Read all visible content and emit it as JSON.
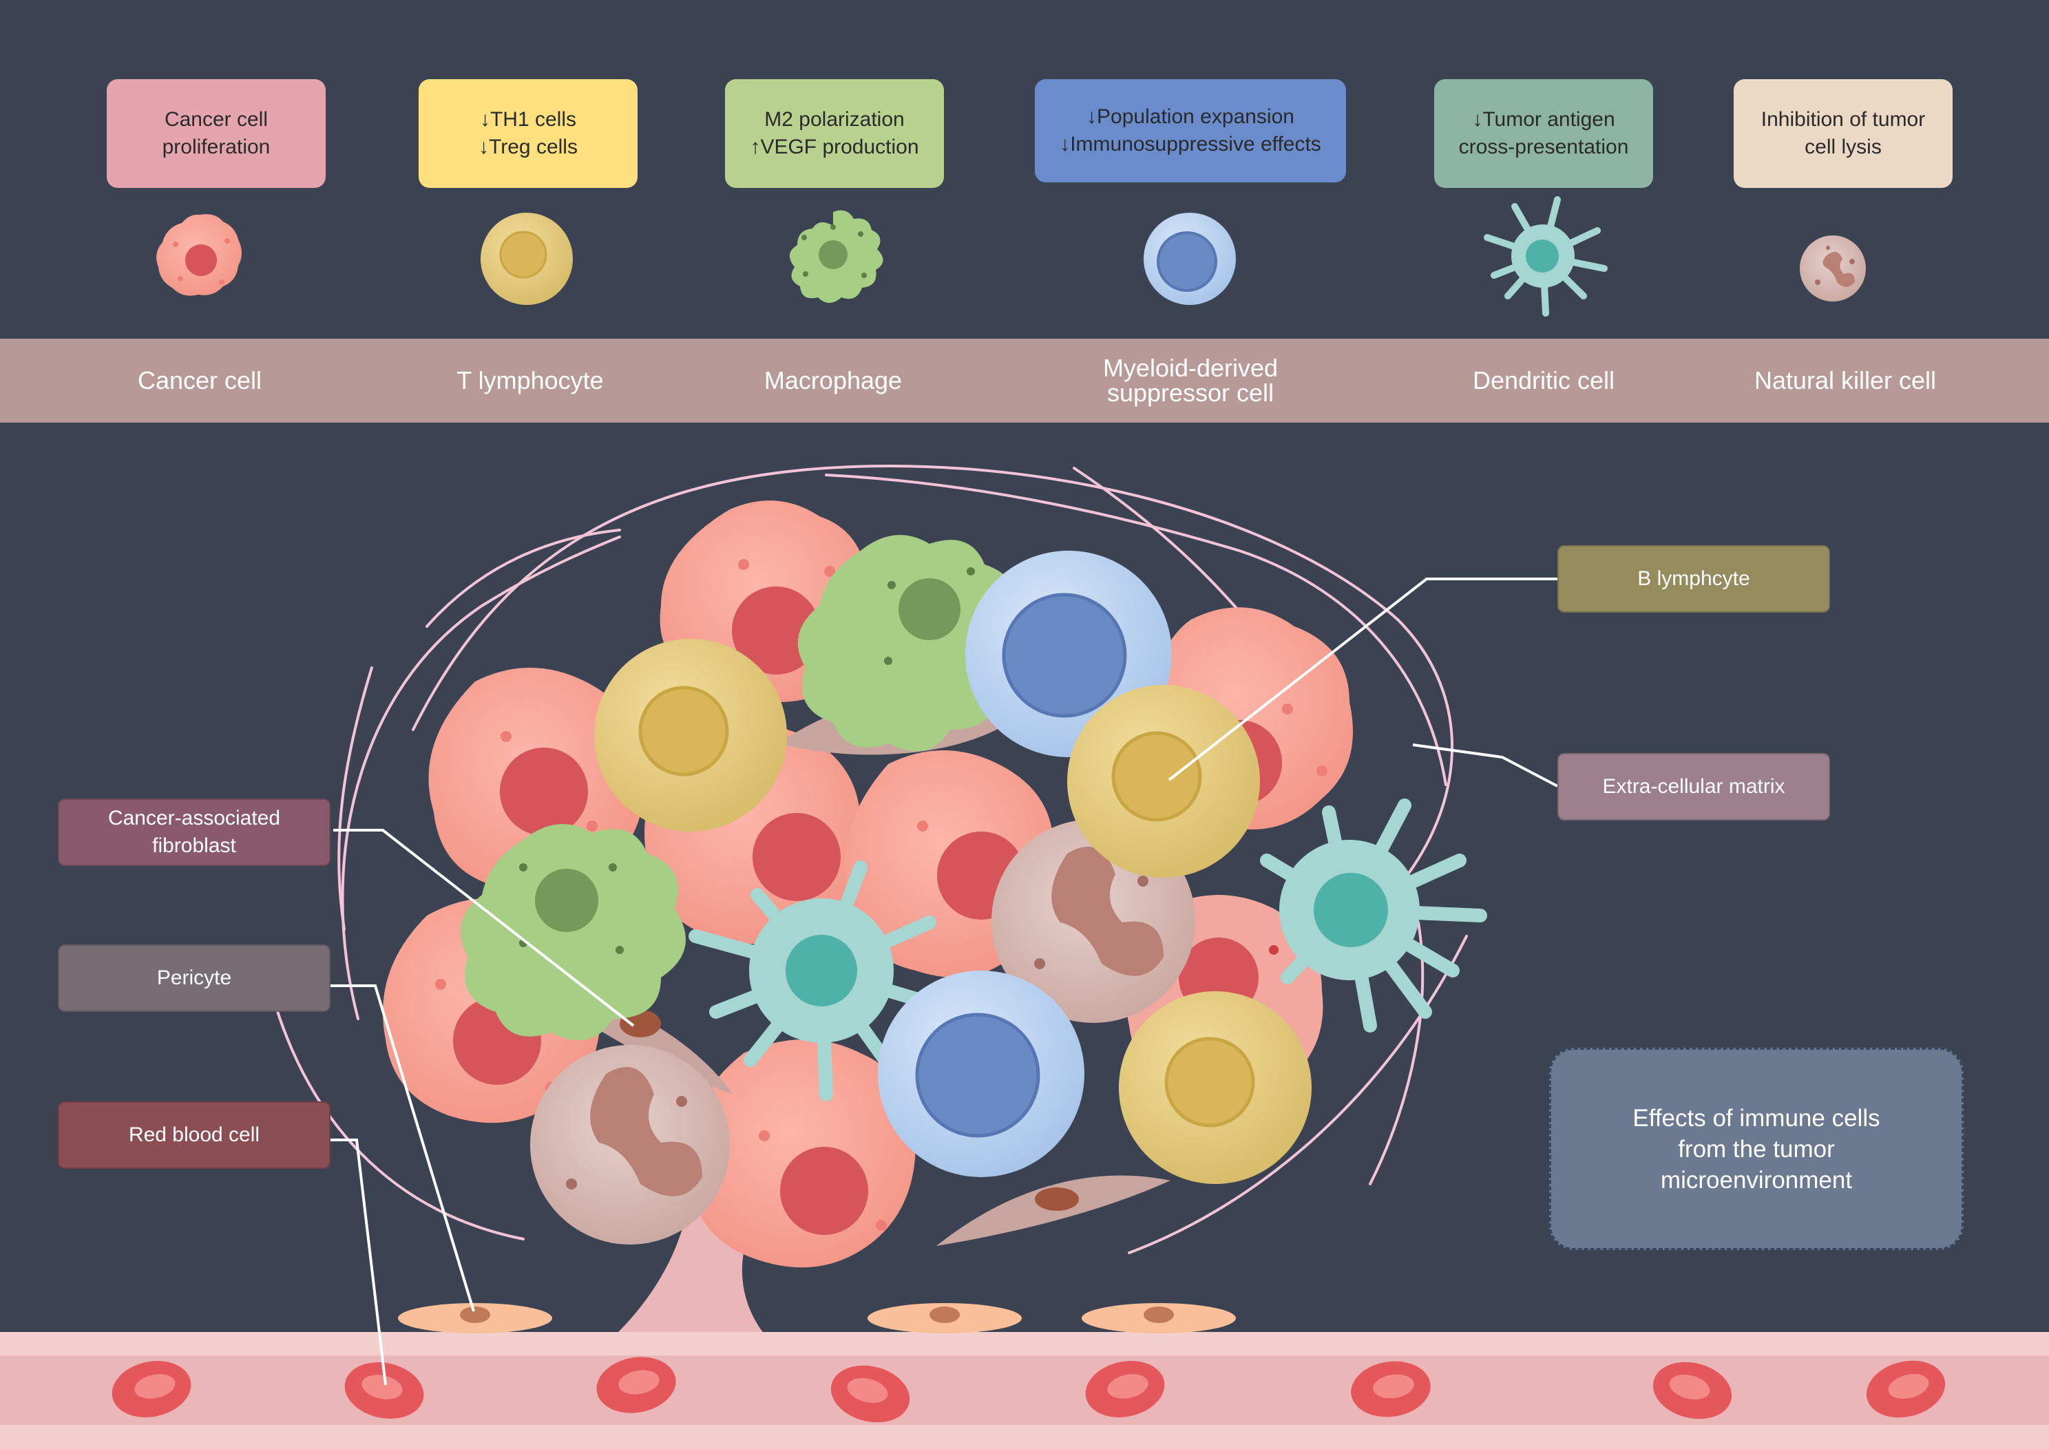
{
  "effects": [
    {
      "text": "Cancer cell\nproliferation",
      "color": "#e4a5ae"
    },
    {
      "text": "↓TH1 cells\n↓Treg cells",
      "color": "#fde07e"
    },
    {
      "text": "M2 polarization\n↑VEGF production",
      "color": "#b9d18e"
    },
    {
      "text": "↓Population expansion\n↓Immunosuppressive effects",
      "color": "#6a8ccc"
    },
    {
      "text": "↓Tumor antigen\ncross-presentation",
      "color": "#8db3a3"
    },
    {
      "text": "Inhibition of tumor\ncell lysis",
      "color": "#ebd8c5"
    }
  ],
  "cell_types": [
    "Cancer cell",
    "T lymphocyte",
    "Macrophage",
    "Myeloid-derived\nsuppressor cell",
    "Dendritic cell",
    "Natural killer cell"
  ],
  "labels": {
    "b_lymphocyte": {
      "text": "B lymphcyte",
      "color": "#958b5d"
    },
    "extracellular_matrix": {
      "text": "Extra-cellular matrix",
      "color": "#9b7f8d"
    },
    "caf": {
      "text": "Cancer-associated\nfibroblast",
      "color": "#8a5a6c"
    },
    "pericyte": {
      "text": "Pericyte",
      "color": "#786d75"
    },
    "red_blood_cell": {
      "text": "Red blood cell",
      "color": "#8c4e55"
    }
  },
  "summary": "Effects of immune cells\nfrom the tumor\nmicroenvironment",
  "colors": {
    "background": "#3b4252",
    "band": "#b79a98",
    "cancer": "#f6a99c",
    "cancer_nucleus": "#d6555a",
    "t_cell": "#e6cc82",
    "t_cell_nucleus": "#d9b658",
    "macrophage": "#a6cf85",
    "macrophage_nucleus": "#74995a",
    "mdsc": "#bcd6f2",
    "mdsc_nucleus": "#6a8ac4",
    "dendritic": "#a5d6d2",
    "dendritic_nucleus": "#4fb2a8",
    "nk": "#dabfb9",
    "nk_nucleus": "#b98076",
    "ecm_fiber": "#f3c3d7",
    "vessel": "#eab6b8",
    "rbc": "#e4575b"
  }
}
